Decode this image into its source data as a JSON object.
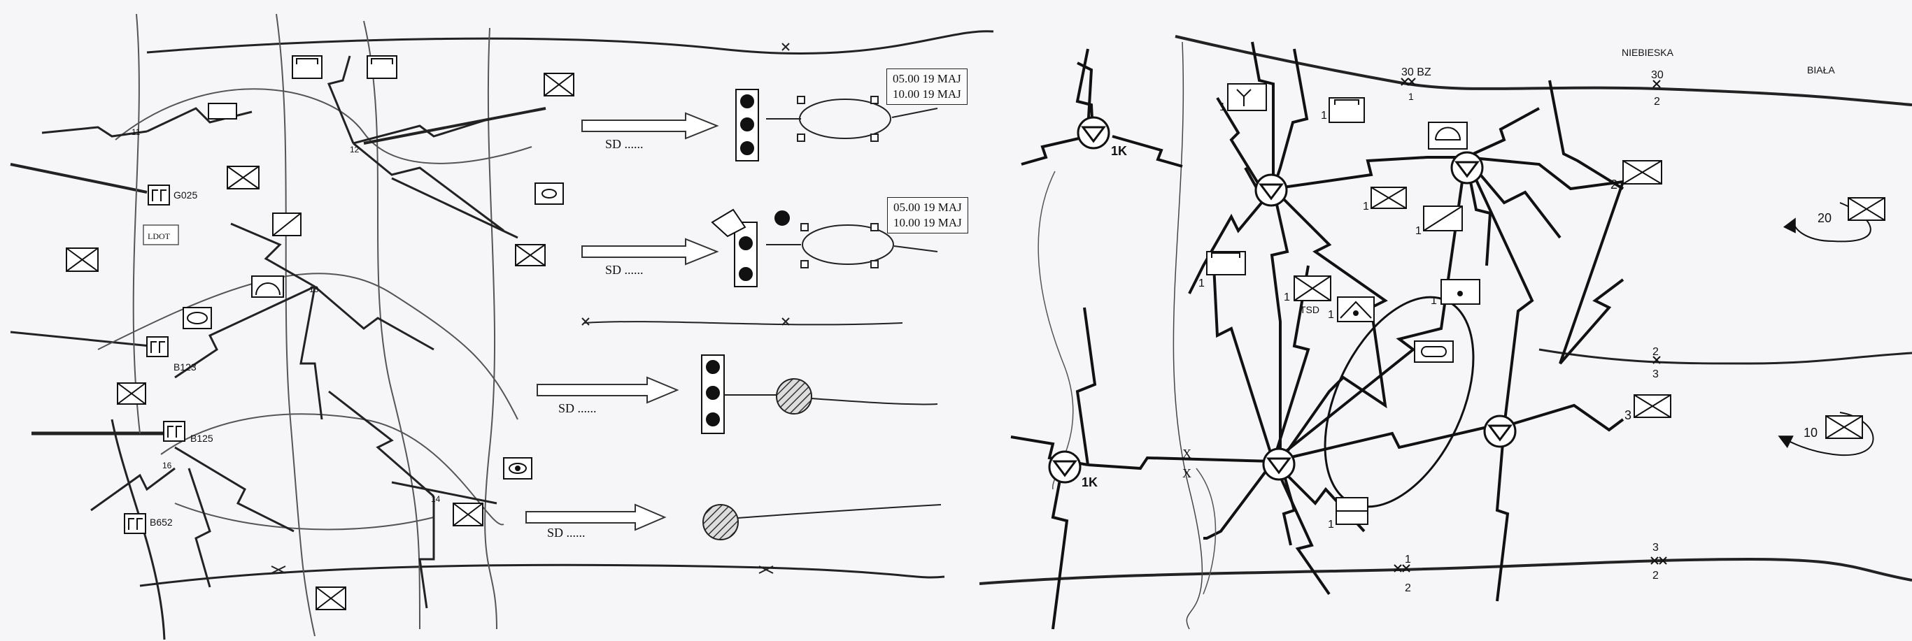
{
  "callouts": [
    {
      "line1": "05.00 19 MAJ",
      "line2": "10.00 19 MAJ"
    },
    {
      "line1": "05.00 19 MAJ",
      "line2": "10.00 19 MAJ"
    }
  ],
  "sd_labels": [
    "SD ......",
    "SD ......",
    "SD ......",
    "SD ......"
  ],
  "left_nodes": [
    "11",
    "12",
    "13",
    "14",
    "16"
  ],
  "left_units": [
    "G025",
    "B123",
    "B125",
    "B652"
  ],
  "left_box": "LDOT",
  "right_labels": {
    "node_k1": "1K",
    "node_k2": "1K",
    "bz": "30 BZ",
    "bz_num": "1",
    "niebieska": "NIEBIESKA",
    "biala": "BIAŁA",
    "top_right_fraction_top": "30",
    "top_right_fraction_bottom": "2",
    "num_2": "2",
    "num_20": "20",
    "num_3": "3",
    "num_10": "10",
    "mid_fraction_top": "2",
    "mid_fraction_bottom": "3",
    "bottom_fraction_top": "1",
    "bottom_fraction_bottom": "2",
    "bottom_right_fraction_top": "3",
    "bottom_right_fraction_bottom": "2",
    "tsd": "TSD",
    "ones": [
      "1",
      "1",
      "1",
      "1",
      "1",
      "1",
      "1",
      "1",
      "1"
    ],
    "x_marks": [
      "X",
      "X"
    ]
  }
}
